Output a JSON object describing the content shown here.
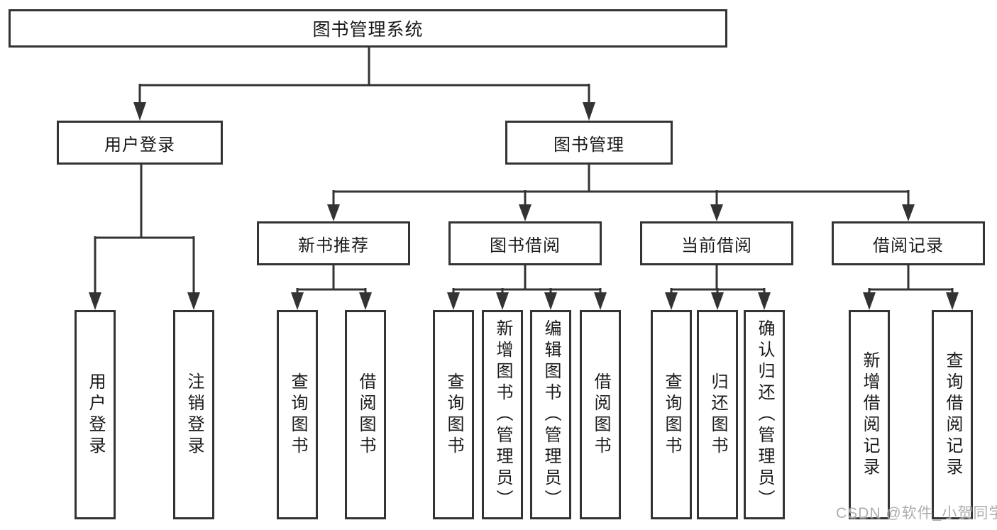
{
  "colors": {
    "line": "#333333",
    "text": "#1a1a1a",
    "box_bg": "#ffffff",
    "watermark": "#a9a9a9"
  },
  "watermark": "CSDN @软件_小贺同学",
  "nodes": {
    "root": {
      "label": "图书管理系统"
    },
    "user_login": {
      "label": "用户登录"
    },
    "book_management": {
      "label": "图书管理"
    },
    "new_book_recommendation": {
      "label": "新书推荐"
    },
    "book_borrowing": {
      "label": "图书借阅"
    },
    "current_borrowing": {
      "label": "当前借阅"
    },
    "borrowing_records": {
      "label": "借阅记录"
    },
    "leaf_user_login": {
      "label": "用户登录"
    },
    "leaf_logout": {
      "label": "注销登录"
    },
    "leaf_newbook_query_books": {
      "label": "查询图书"
    },
    "leaf_newbook_borrow_books": {
      "label": "借阅图书"
    },
    "leaf_borrow_query_books": {
      "label": "查询图书"
    },
    "leaf_borrow_add_books": {
      "label": "新增图书（管理员）"
    },
    "leaf_borrow_edit_books": {
      "label": "编辑图书（管理员）"
    },
    "leaf_borrow_borrow_books": {
      "label": "借阅图书"
    },
    "leaf_current_query_books": {
      "label": "查询图书"
    },
    "leaf_current_return_books": {
      "label": "归还图书"
    },
    "leaf_current_confirm_return": {
      "label": "确认归还（管理员）"
    },
    "leaf_records_add_record": {
      "label": "新增借阅记录"
    },
    "leaf_records_query_record": {
      "label": "查询借阅记录"
    }
  }
}
